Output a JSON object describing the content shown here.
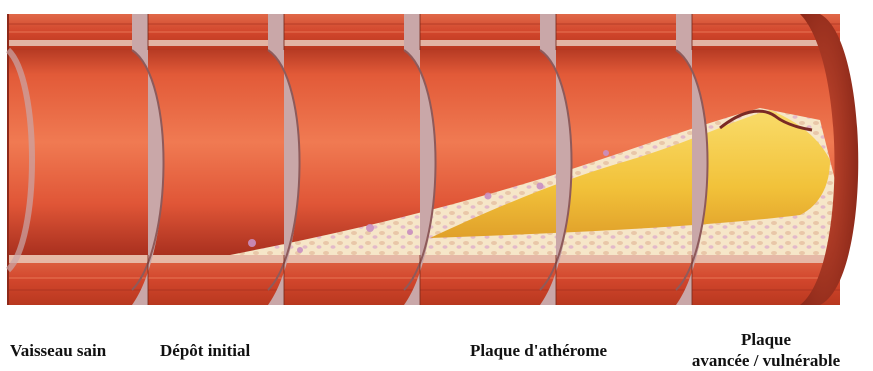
{
  "stages": [
    {
      "label": "Vaisseau sain"
    },
    {
      "label": "Dépôt initial"
    },
    {
      "label": "Plaque d'athérome"
    },
    {
      "label_line1": "Plaque",
      "label_line2": "avancée / vulnérable"
    }
  ],
  "colors": {
    "vessel_wall": "#d94a2e",
    "lumen": "#e8623e",
    "lumen_shadow": "#a12a1a",
    "wall_rim": "#c8a8a8",
    "plaque_yellow": "#f2c33a",
    "plaque_cream": "#f6e6c0",
    "cell_pink": "#d7a4c8"
  },
  "icons": [
    "artery-cross-section-illustration"
  ]
}
